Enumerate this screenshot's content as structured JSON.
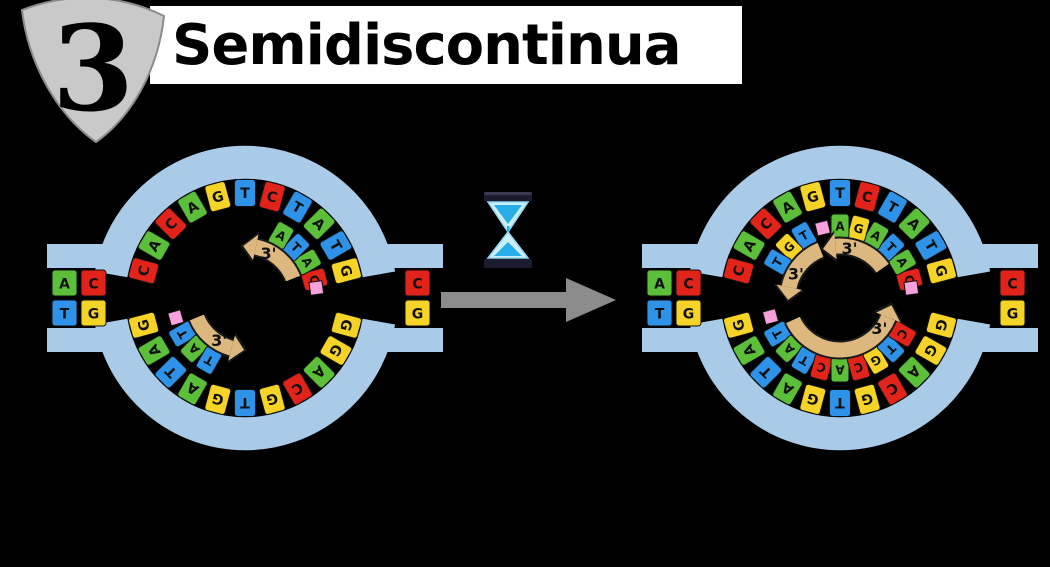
{
  "badge": {
    "number": "3"
  },
  "title": {
    "text": "Semidiscontinua"
  },
  "colors": {
    "background": "#000000",
    "ring": "#a9cbe7",
    "gray_arrow": "#8c8c8c",
    "tan": "#ddb87e",
    "tan_outline": "#1a1a1a",
    "primer": "#f7a1dc",
    "tile_stroke": "#101010",
    "base": {
      "A": "#5bbf3a",
      "T": "#2e93e8",
      "G": "#f5d327",
      "C": "#e2231a",
      "U": "#e66100"
    }
  },
  "diagram": {
    "description": "Semidiscontinuous replication of a circular DNA molecule, before and after elapsed time",
    "template_ring": [
      {
        "a": 15,
        "l": "G"
      },
      {
        "a": 30,
        "l": "T"
      },
      {
        "a": 45,
        "l": "A"
      },
      {
        "a": 60,
        "l": "T"
      },
      {
        "a": 75,
        "l": "C"
      },
      {
        "a": 90,
        "l": "T"
      },
      {
        "a": 105,
        "l": "G"
      },
      {
        "a": 120,
        "l": "A"
      },
      {
        "a": 135,
        "l": "C"
      },
      {
        "a": 150,
        "l": "A"
      },
      {
        "a": 165,
        "l": "C"
      },
      {
        "a": 195,
        "l": "G"
      },
      {
        "a": 210,
        "l": "A"
      },
      {
        "a": 225,
        "l": "T"
      },
      {
        "a": 240,
        "l": "A"
      },
      {
        "a": 255,
        "l": "G"
      },
      {
        "a": 270,
        "l": "T"
      },
      {
        "a": 285,
        "l": "G"
      },
      {
        "a": 300,
        "l": "C"
      },
      {
        "a": 315,
        "l": "A"
      },
      {
        "a": 330,
        "l": "G"
      },
      {
        "a": 345,
        "l": "G"
      }
    ],
    "gap_pairs": {
      "left": [
        {
          "top": "A",
          "bottom": "T"
        },
        {
          "top": "C",
          "bottom": "G"
        }
      ],
      "right": [
        {
          "top": "C",
          "bottom": "G"
        }
      ]
    },
    "circles": [
      {
        "id": "bubble-before",
        "new_strands": [
          {
            "primer": 8,
            "tiles": [
              {
                "a": 15,
                "l": "C"
              },
              {
                "a": 30,
                "l": "A"
              },
              {
                "a": 45,
                "l": "T"
              },
              {
                "a": 60,
                "l": "A"
              }
            ],
            "arrow": {
              "start": 22,
              "end": 78
            },
            "label": "3'"
          },
          {
            "primer": 196,
            "tiles": [
              {
                "a": 210,
                "l": "T"
              },
              {
                "a": 225,
                "l": "A"
              },
              {
                "a": 240,
                "l": "T"
              }
            ],
            "arrow": {
              "start": 202,
              "end": 255
            },
            "label": "3'"
          }
        ]
      },
      {
        "id": "bubble-after",
        "new_strands": [
          {
            "primer": 8,
            "tiles": [
              {
                "a": 15,
                "l": "C"
              },
              {
                "a": 30,
                "l": "A"
              },
              {
                "a": 45,
                "l": "T"
              },
              {
                "a": 60,
                "l": "A"
              },
              {
                "a": 75,
                "l": "G"
              },
              {
                "a": 90,
                "l": "A"
              }
            ],
            "arrow": {
              "start": 35,
              "end": 95
            },
            "label": "3'"
          },
          {
            "primer": 104,
            "tiles": [
              {
                "a": 120,
                "l": "T"
              },
              {
                "a": 135,
                "l": "G"
              },
              {
                "a": 150,
                "l": "T"
              }
            ],
            "arrow": {
              "start": 112,
              "end": 168
            },
            "label": "3'"
          },
          {
            "primer": 195,
            "tiles": [
              {
                "a": 210,
                "l": "T"
              },
              {
                "a": 225,
                "l": "A"
              },
              {
                "a": 240,
                "l": "T"
              },
              {
                "a": 255,
                "l": "C"
              },
              {
                "a": 270,
                "l": "A"
              },
              {
                "a": 285,
                "l": "C"
              },
              {
                "a": 300,
                "l": "G"
              },
              {
                "a": 315,
                "l": "T"
              },
              {
                "a": 330,
                "l": "C"
              }
            ],
            "arrow": {
              "start": 205,
              "end": 338
            },
            "label": "3'"
          }
        ]
      }
    ]
  }
}
